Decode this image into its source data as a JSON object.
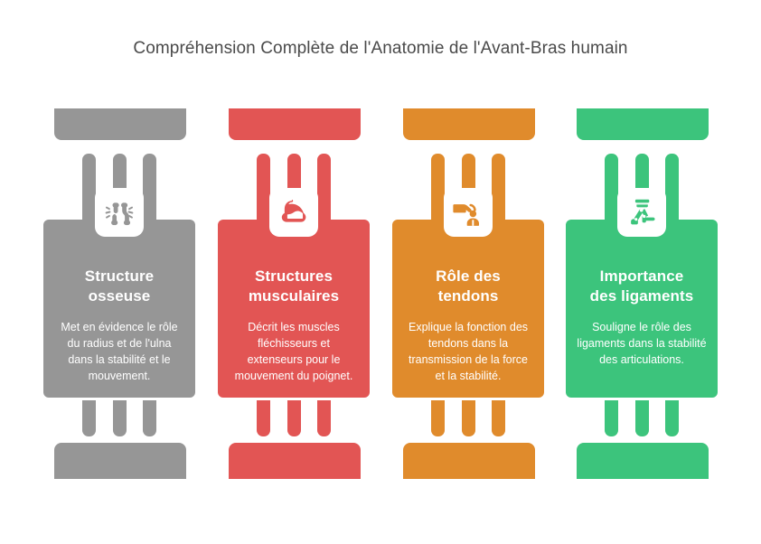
{
  "title": "Compréhension Complète de l'Anatomie de l'Avant-Bras humain",
  "palette": {
    "gray": "#969696",
    "red": "#E25554",
    "orange": "#E08B2C",
    "green": "#3CC47C",
    "title_color": "#4a4a4a",
    "badge_background": "#ffffff",
    "card_text": "#ffffff",
    "page_background": "#ffffff"
  },
  "columns": [
    {
      "color": "#969696",
      "icon": "bone-joint-fracture-icon",
      "heading": "Structure\nosseuse",
      "body": "Met en évidence le rôle du radius et de l'ulna dans la stabilité et le mouvement."
    },
    {
      "color": "#E25554",
      "icon": "flexed-bicep-muscle-icon",
      "heading": "Structures\nmusculaires",
      "body": "Décrit les muscles fléchisseurs et extenseurs pour le mouvement du poignet."
    },
    {
      "color": "#E08B2C",
      "icon": "hand-holding-person-icon",
      "heading": "Rôle des\ntendons",
      "body": "Explique la fonction des tendons dans la transmission de la force et la stabilité."
    },
    {
      "color": "#3CC47C",
      "icon": "robotic-arm-joint-icon",
      "heading": "Importance\ndes ligaments",
      "body": "Souligne le rôle des ligaments dans la stabilité des articulations."
    }
  ]
}
